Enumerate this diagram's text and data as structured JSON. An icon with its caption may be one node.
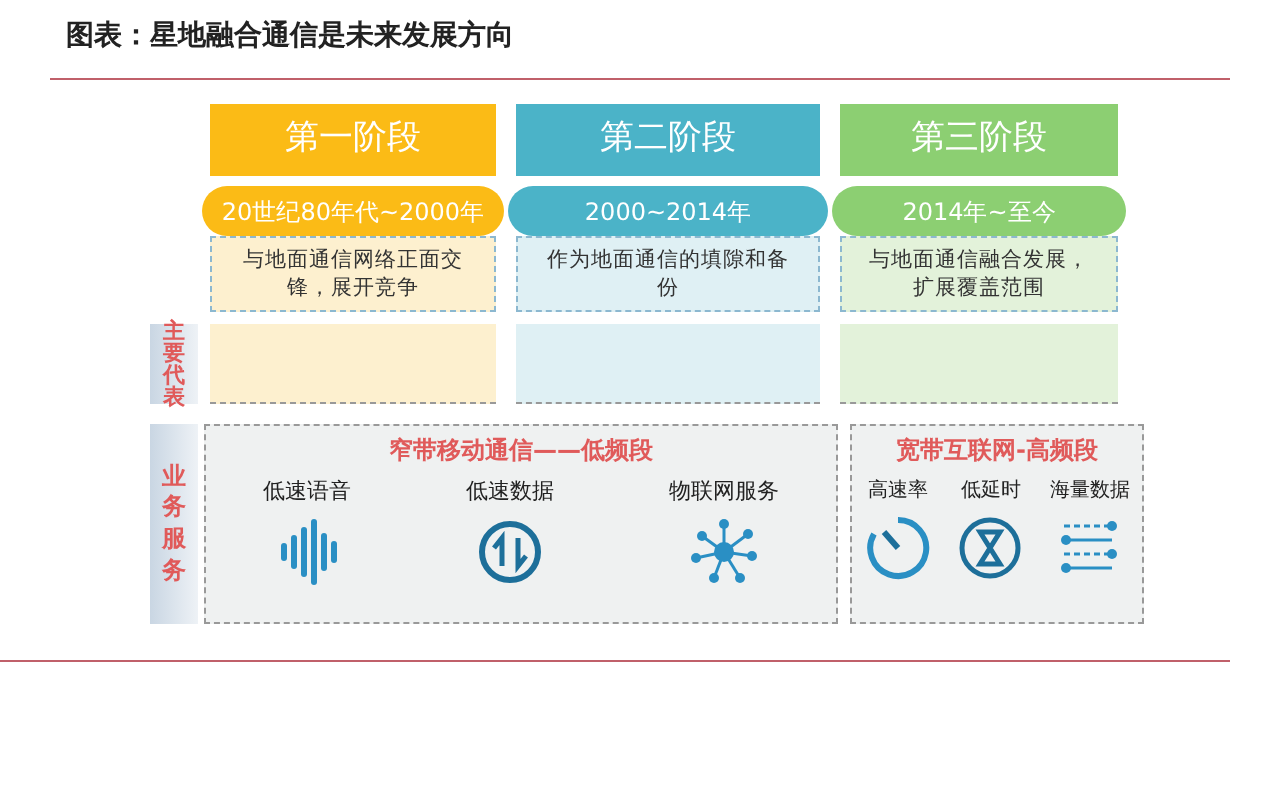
{
  "diagram": {
    "title": "图表：星地融合通信是未来发展方向",
    "nodes": [
      {
        "text": [
          "第一阶段"
        ]
      },
      {
        "text": [
          "第二阶段"
        ]
      },
      {
        "text": [
          "第三阶段"
        ]
      },
      {
        "text": [
          "20世纪80年代~2000年"
        ]
      },
      {
        "text": [
          "2000~2014年"
        ]
      },
      {
        "text": [
          "2014年~至今"
        ]
      },
      {
        "text": [
          "与地面通信网络正面交锋，展开竞争"
        ]
      },
      {
        "text": [
          "作为地面通信的填隙和备份"
        ]
      },
      {
        "text": [
          "与地面通信融合发展，扩展覆盖范围"
        ]
      },
      {
        "text": [
          "主要代表"
        ]
      },
      {
        "text": [],
        "shape": "box"
      },
      {
        "text": [],
        "shape": "box"
      },
      {
        "text": [],
        "shape": "box"
      },
      {
        "text": [
          "业务服务"
        ]
      },
      {
        "text": [
          "窄带移动通信——低频段"
        ]
      },
      {
        "text": [
          "低速语音"
        ],
        "in": 14
      },
      {
        "text": [
          "低速数据"
        ],
        "in": 14
      },
      {
        "text": [
          "物联网服务"
        ],
        "in": 14
      },
      {
        "text": [
          "宽带互联网-高频段"
        ]
      },
      {
        "text": [
          "高速率"
        ],
        "in": 18
      },
      {
        "text": [
          "低延时"
        ],
        "in": 18
      },
      {
        "text": [
          "海量数据"
        ],
        "in": 18
      }
    ]
  }
}
